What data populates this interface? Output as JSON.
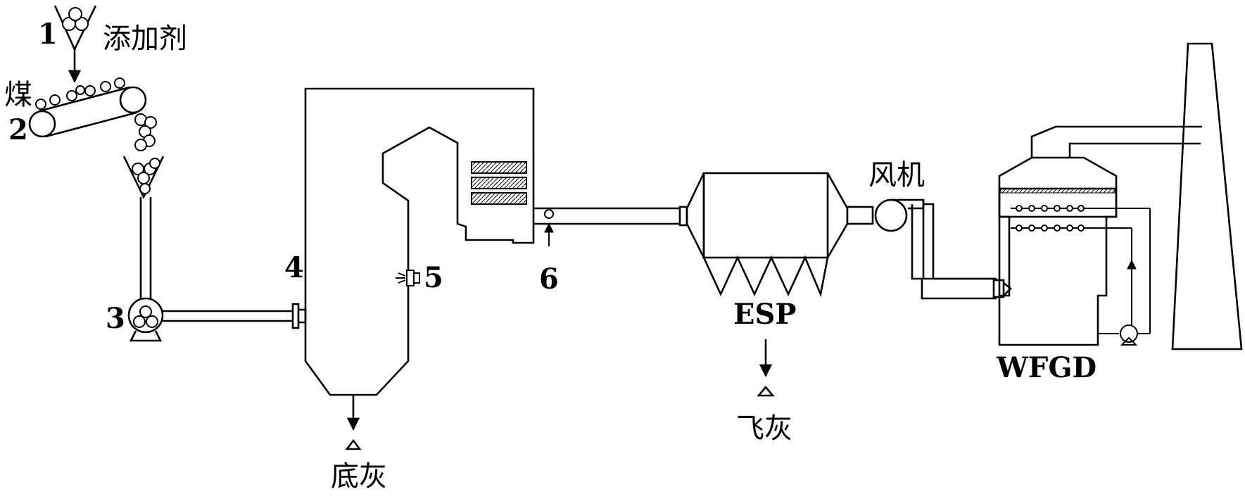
{
  "labels": {
    "n1": "1",
    "n2": "2",
    "n3": "3",
    "n4": "4",
    "n5": "5",
    "n6": "6",
    "additive": "添加剂",
    "coal": "煤",
    "bottom_ash": "底灰",
    "esp": "ESP",
    "fly_ash": "飞灰",
    "fan": "风机",
    "wfgd": "WFGD"
  }
}
